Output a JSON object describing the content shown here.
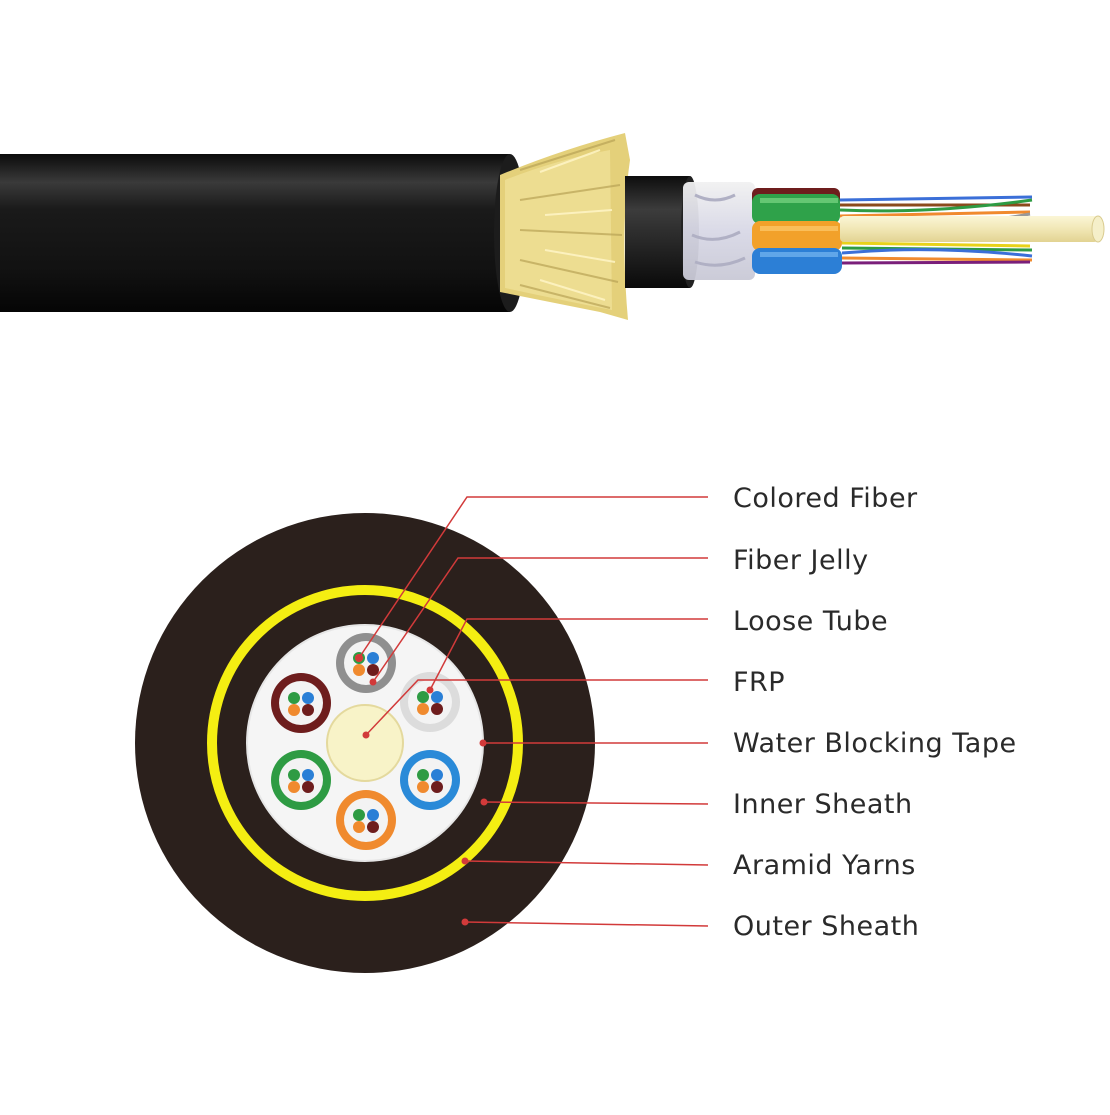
{
  "labels": {
    "colored_fiber": "Colored Fiber",
    "fiber_jelly": "Fiber Jelly",
    "loose_tube": "Loose Tube",
    "frp": "FRP",
    "water_blocking_tape": "Water Blocking Tape",
    "inner_sheath": "Inner Sheath",
    "aramid_yarns": "Aramid Yarns",
    "outer_sheath": "Outer Sheath"
  },
  "colors": {
    "sheath": "#2b201c",
    "sheath_side": "#131313",
    "yellow_ring": "#f4ee12",
    "aramid": "#e9d77e",
    "leader": "#d23a3a",
    "frp": "#f8f3c8",
    "tube_brown": "#6e1d1d",
    "tube_gray": "#8f8f8f",
    "tube_white": "#dcdcdc",
    "tube_blue": "#2a8ad8",
    "tube_orange": "#f08a2e",
    "tube_green": "#2e9b43"
  }
}
